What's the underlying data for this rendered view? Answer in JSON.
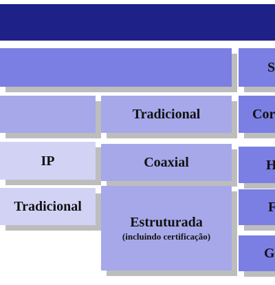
{
  "colors": {
    "banner": "#1d2188",
    "medium": "#7b7ee3",
    "light": "#a6a8ea",
    "pale": "#d2d3f4",
    "shadow": "#bdbdbd"
  },
  "boxes": {
    "row2_right": "S",
    "row3_mid": "Tradicional",
    "row3_right": "Cor",
    "row4_left": "IP",
    "row4_mid": "Coaxial",
    "row4_right": "H",
    "row5_left": "Tradicional",
    "row5_mid_title": "Estruturada",
    "row5_mid_sub": "(incluindo certificação)",
    "row5_right_top": "F",
    "row5_right_bottom": "G"
  }
}
